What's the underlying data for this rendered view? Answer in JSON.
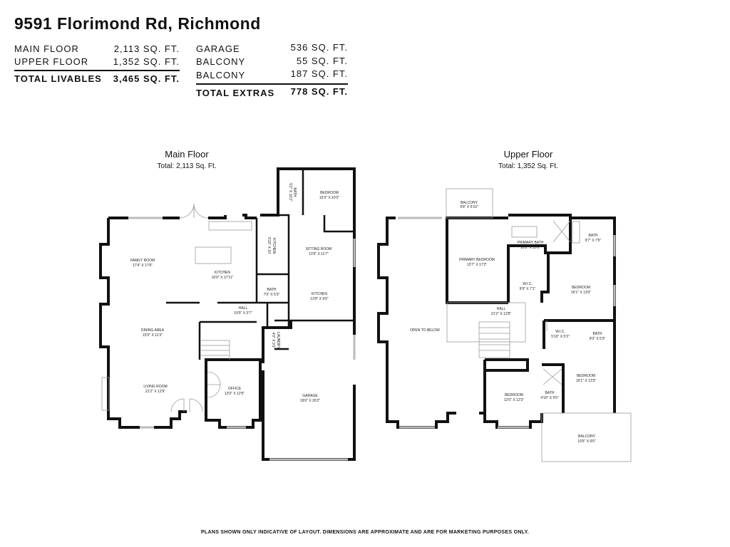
{
  "header": {
    "title": "9591 Florimond Rd, Richmond"
  },
  "livables": {
    "rows": [
      {
        "label": "MAIN FLOOR",
        "value": "2,113 SQ. FT."
      },
      {
        "label": "UPPER FLOOR",
        "value": "1,352 SQ. FT."
      }
    ],
    "total_label": "TOTAL LIVABLES",
    "total_value": "3,465 SQ. FT."
  },
  "extras": {
    "rows": [
      {
        "label": "GARAGE",
        "value": "536 SQ. FT."
      },
      {
        "label": "BALCONY",
        "value": "55 SQ. FT."
      },
      {
        "label": "BALCONY",
        "value": "187 SQ. FT."
      }
    ],
    "total_label": "TOTAL EXTRAS",
    "total_value": "778 SQ. FT."
  },
  "main_floor": {
    "title": "Main Floor",
    "total": "Total: 2,113 Sq. Ft.",
    "rooms": [
      {
        "name": "BATH",
        "dims": "5'2\" X 10'2\""
      },
      {
        "name": "BEDROOM",
        "dims": "10'3\" X 10'2\""
      },
      {
        "name": "FAMILY ROOM",
        "dims": "17'4\" X 17'6\""
      },
      {
        "name": "KITCHEN",
        "dims": "16'9\" X 17'11\""
      },
      {
        "name": "KITCHEN",
        "dims": "5'10\" X 10'"
      },
      {
        "name": "SITTING ROOM",
        "dims": "13'9\" X 11'7\""
      },
      {
        "name": "BATH",
        "dims": "7'0\" X 5'3\""
      },
      {
        "name": "KITCHEN",
        "dims": "13'9\" X 9'6\""
      },
      {
        "name": "HALL",
        "dims": "19'9\" X 3'7\""
      },
      {
        "name": "DINING AREA",
        "dims": "22'0\" X 11'3\""
      },
      {
        "name": "LAUNDRY",
        "dims": "4'0\" X 9'1\""
      },
      {
        "name": "LIVING ROOM",
        "dims": "21'2\" X 12'9\""
      },
      {
        "name": "OFFICE",
        "dims": "12'0\" X 12'5\""
      },
      {
        "name": "GARAGE",
        "dims": "19'6\" X 26'2\""
      }
    ]
  },
  "upper_floor": {
    "title": "Upper Floor",
    "total": "Total: 1,352 Sq. Ft.",
    "rooms": [
      {
        "name": "BALCONY",
        "dims": "9'8\" X 5'10\""
      },
      {
        "name": "PRIMARY BATH",
        "dims": "10'8\" X 10'6\""
      },
      {
        "name": "BATH",
        "dims": "9'7\" X 7'5\""
      },
      {
        "name": "PRIMARY BEDROOM",
        "dims": "13'7\" X 17'2\""
      },
      {
        "name": "W.I.C.",
        "dims": "9'9\" X 7'1\""
      },
      {
        "name": "BEDROOM",
        "dims": "15'1\" X 13'0\""
      },
      {
        "name": "HALL",
        "dims": "21'2\" X 12'8\""
      },
      {
        "name": "OPEN TO BELOW",
        "dims": ""
      },
      {
        "name": "W.I.C.",
        "dims": "5'10\" X 5'3\""
      },
      {
        "name": "BATH",
        "dims": "9'0\" X 5'3\""
      },
      {
        "name": "BEDROOM",
        "dims": "15'1\" X 13'3\""
      },
      {
        "name": "BATH",
        "dims": "4'10\" X 9'5\""
      },
      {
        "name": "BEDROOM",
        "dims": "12'0\" X 12'3\""
      },
      {
        "name": "BALCONY",
        "dims": "19'5\" X 9'6\""
      }
    ]
  },
  "footer": "PLANS SHOWN ONLY INDICATIVE OF LAYOUT. DIMENSIONS ARE APPROXIMATE AND ARE FOR MARKETING PURPOSES ONLY."
}
